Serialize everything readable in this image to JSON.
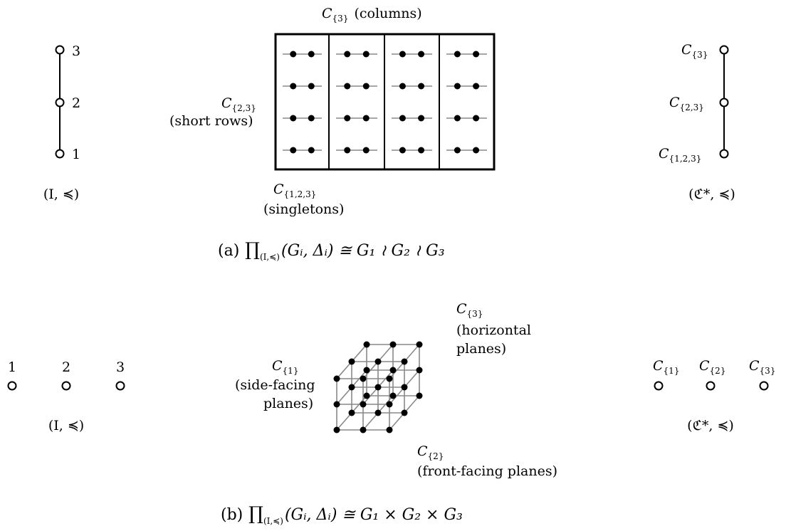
{
  "figure_a": {
    "left_poset": {
      "labels": [
        "1",
        "2",
        "3"
      ],
      "caption": "(I, ≼)"
    },
    "grid": {
      "top_label_main": "C",
      "top_label_sub": "{3}",
      "top_label_note": "(columns)",
      "left_label_main": "C",
      "left_label_sub": "{2,3}",
      "left_label_note": "(short rows)",
      "bottom_label_main": "C",
      "bottom_label_sub": "{1,2,3}",
      "bottom_label_note": "(singletons)",
      "columns": 4,
      "rows": 4,
      "points_per_row": 2
    },
    "right_poset": {
      "labels_main": [
        "C",
        "C",
        "C"
      ],
      "labels_sub": [
        "{3}",
        "{2,3}",
        "{1,2,3}"
      ],
      "caption": "(ℭ*, ≼)"
    },
    "caption": {
      "prefix": "(a)",
      "product": "∏",
      "product_sub": "(I,≼)",
      "body": "(Gᵢ, Δᵢ) ≅ G₁ ≀ G₂ ≀ G₃"
    }
  },
  "figure_b": {
    "left_poset": {
      "labels": [
        "1",
        "2",
        "3"
      ],
      "caption": "(I, ≼)"
    },
    "cube": {
      "top_label_main": "C",
      "top_label_sub": "{3}",
      "top_label_note_1": "(horizontal",
      "top_label_note_2": "planes)",
      "left_label_main": "C",
      "left_label_sub": "{1}",
      "left_label_note_1": "(side-facing",
      "left_label_note_2": "planes)",
      "bottom_label_main": "C",
      "bottom_label_sub": "{2}",
      "bottom_label_note": "(front-facing planes)"
    },
    "right_poset": {
      "labels_main": [
        "C",
        "C",
        "C"
      ],
      "labels_sub": [
        "{1}",
        "{2}",
        "{3}"
      ],
      "caption": "(ℭ*, ≼)"
    },
    "caption": {
      "prefix": "(b)",
      "product": "∏",
      "product_sub": "(I,≼)",
      "body": "(Gᵢ, Δᵢ) ≅ G₁ × G₂ × G₃"
    }
  }
}
